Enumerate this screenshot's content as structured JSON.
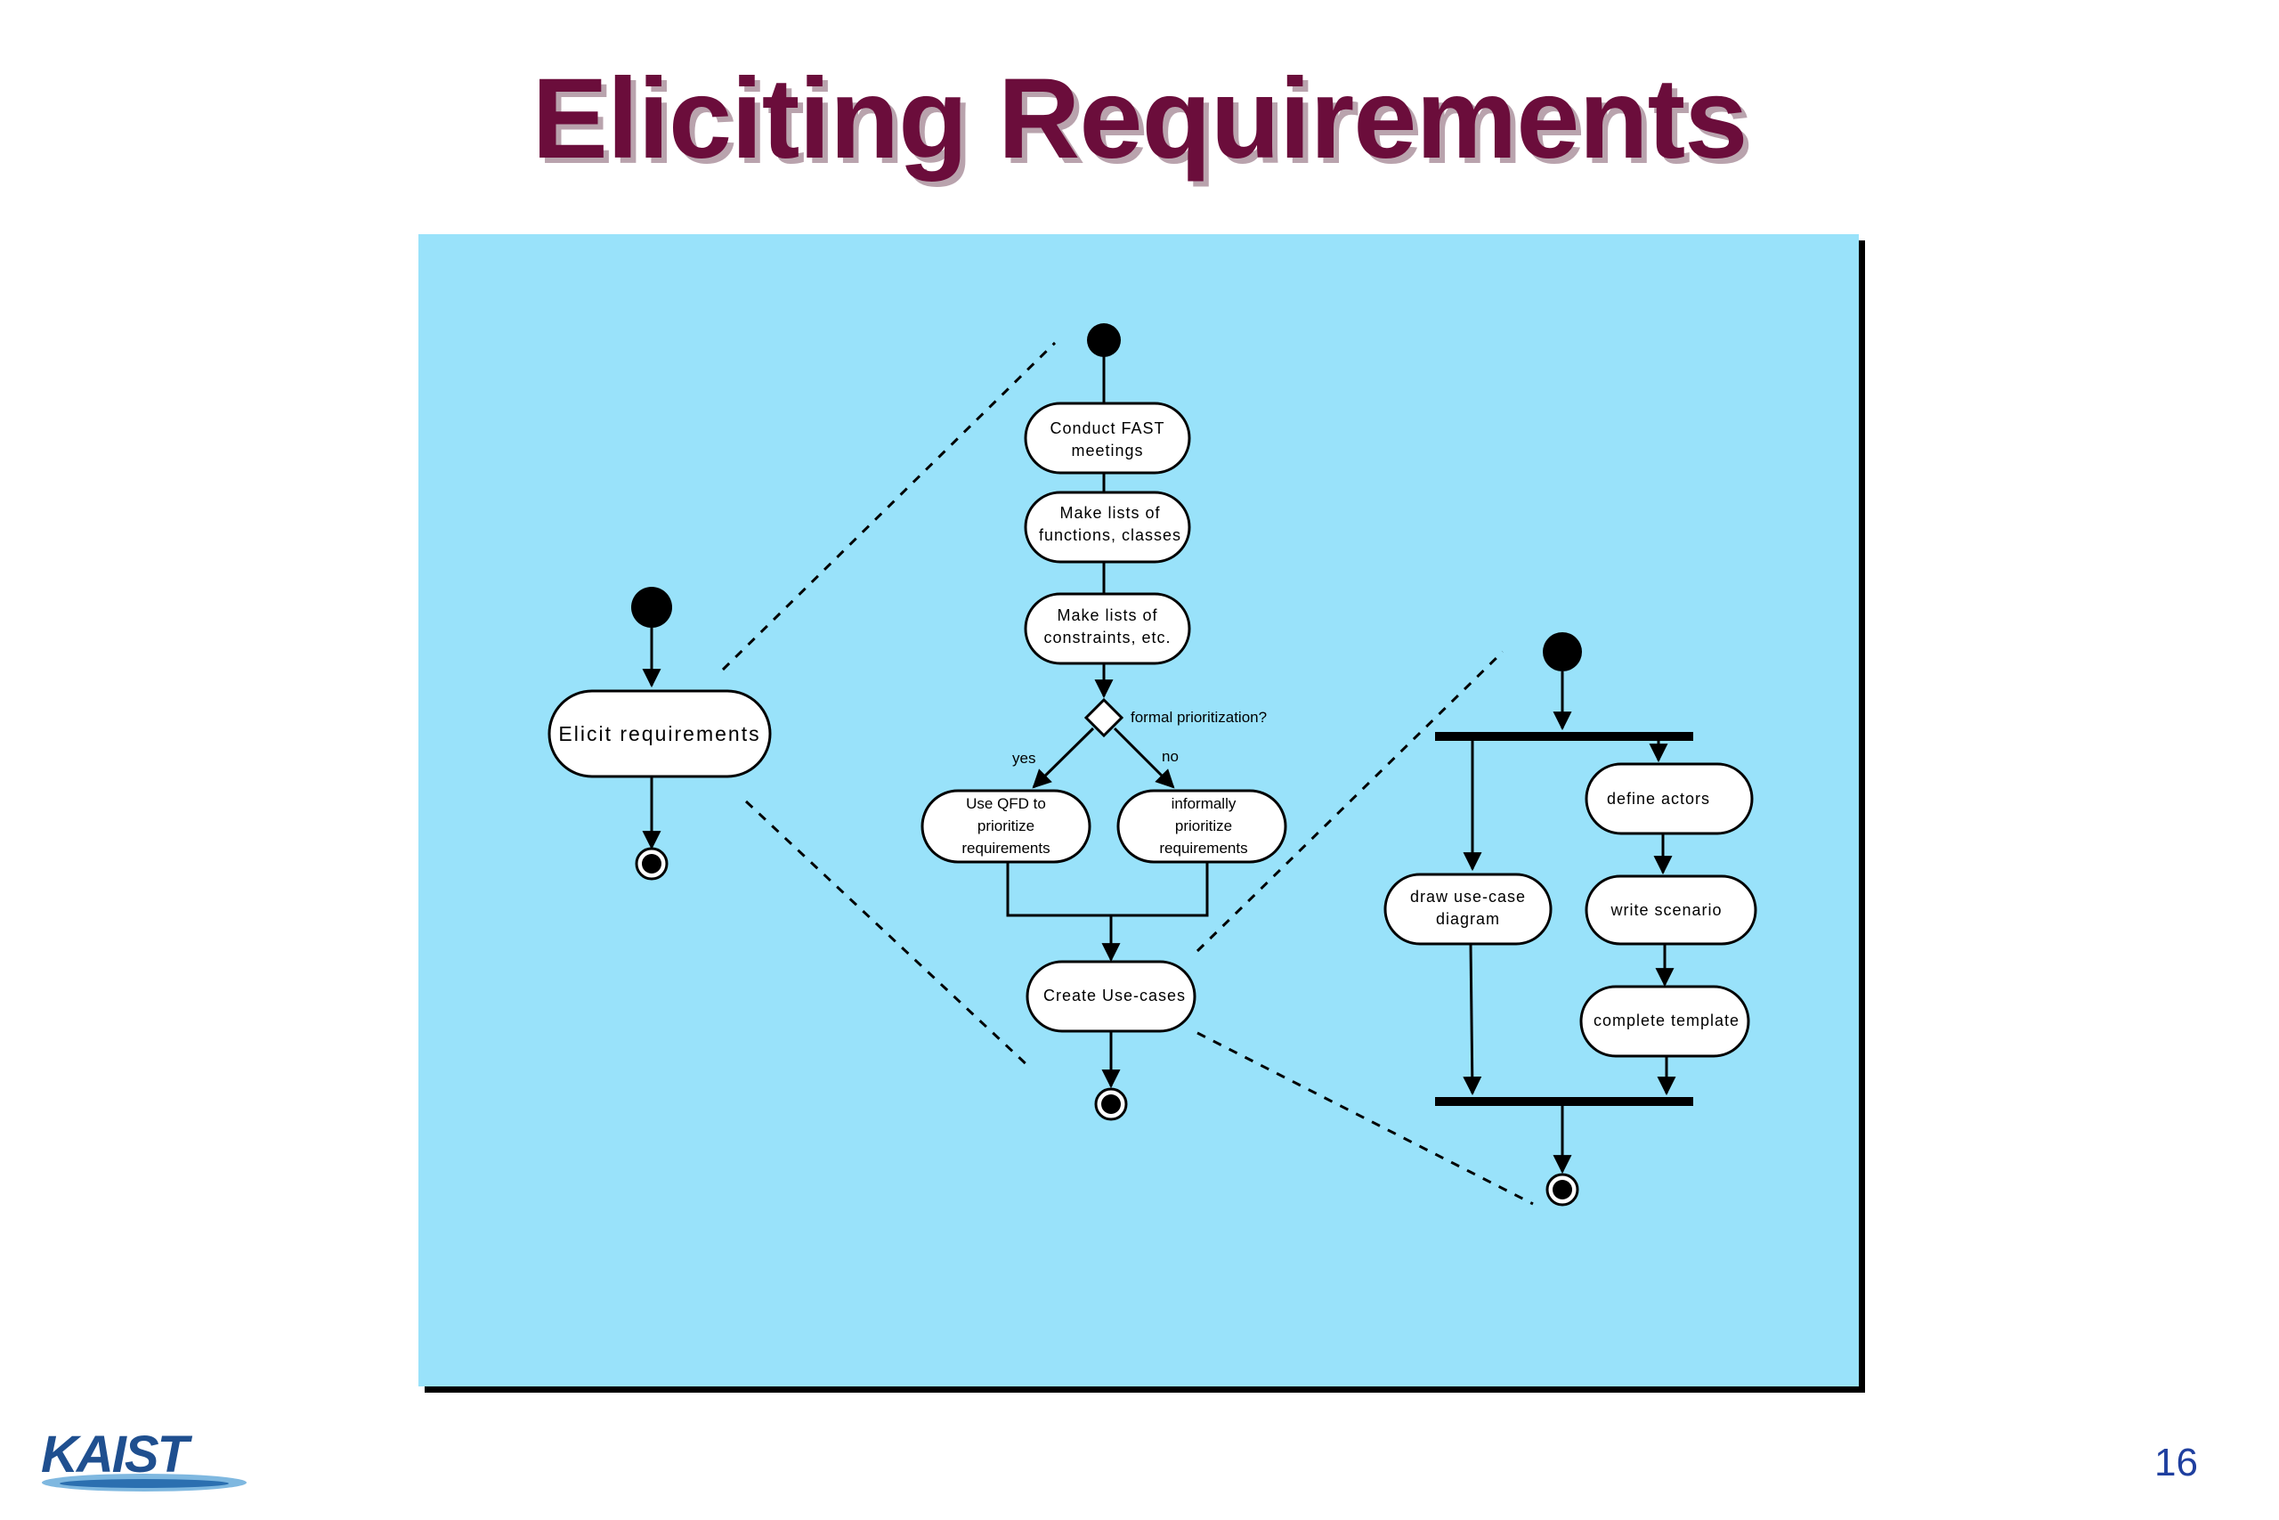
{
  "slide": {
    "title": "Eliciting Requirements",
    "page_number": "16",
    "logo_text": "KAIST"
  },
  "colors": {
    "title": "#6b0d3b",
    "panel_background": "#99e2fa",
    "logo": "#1f4f8f",
    "page_number": "#1f3f9f"
  },
  "diagram": {
    "top_level": {
      "activity": "Elicit requirements"
    },
    "detail": {
      "activities": {
        "fast": [
          "Conduct FAST",
          "meetings"
        ],
        "lists_functions": [
          "Make lists of",
          "functions, classes"
        ],
        "lists_constraints": [
          "Make lists of",
          "constraints, etc."
        ],
        "qfd": [
          "Use QFD to",
          "prioritize",
          "requirements"
        ],
        "informal": [
          "informally",
          "prioritize",
          "requirements"
        ],
        "use_cases": "Create Use-cases"
      },
      "decision": {
        "question": "formal prioritization?",
        "yes": "yes",
        "no": "no"
      }
    },
    "use_case_detail": {
      "activities": {
        "draw": [
          "draw use-case",
          "diagram"
        ],
        "actors": "define actors",
        "scenario": "write scenario",
        "template": "complete template"
      }
    }
  }
}
